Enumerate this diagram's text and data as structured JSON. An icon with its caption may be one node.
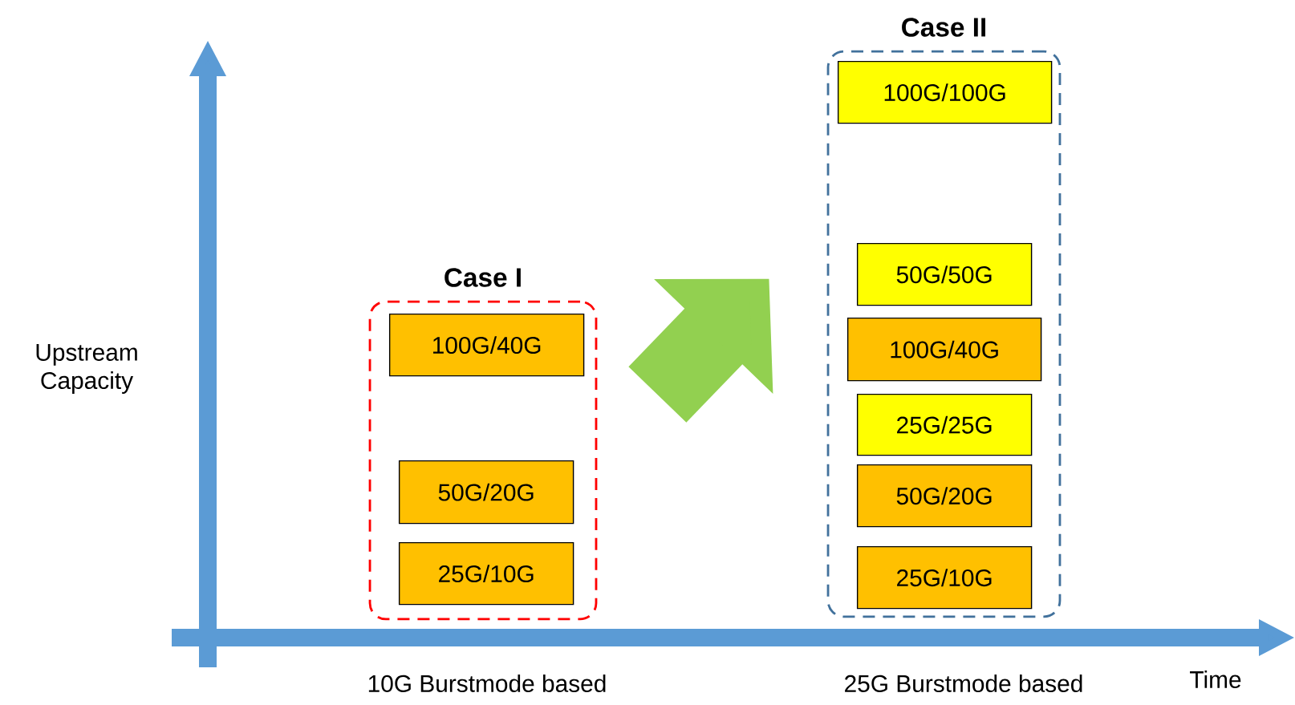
{
  "diagram": {
    "nodes": [
      {
        "text": [
          "Case I"
        ]
      },
      {
        "text": [
          "100G/40G"
        ],
        "in": 0
      },
      {
        "text": [
          "50G/20G"
        ],
        "in": 0
      },
      {
        "text": [
          "25G/10G"
        ],
        "in": 0
      },
      {
        "text": [
          "Case II"
        ]
      },
      {
        "text": [
          "100G/100G"
        ],
        "in": 4
      },
      {
        "text": [
          "50G/50G"
        ],
        "in": 4
      },
      {
        "text": [
          "100G/40G"
        ],
        "in": 4
      },
      {
        "text": [
          "25G/25G"
        ],
        "in": 4
      },
      {
        "text": [
          "50G/20G"
        ],
        "in": 4
      },
      {
        "text": [
          "25G/10G"
        ],
        "in": 4
      }
    ],
    "edges": [
      {
        "from": 0,
        "to": 4,
        "arrow": "to",
        "color": "#92d050"
      }
    ],
    "labels": [
      "Upstream Capacity",
      "10G Burstmode based",
      "25G Burstmode based",
      "Time"
    ]
  }
}
